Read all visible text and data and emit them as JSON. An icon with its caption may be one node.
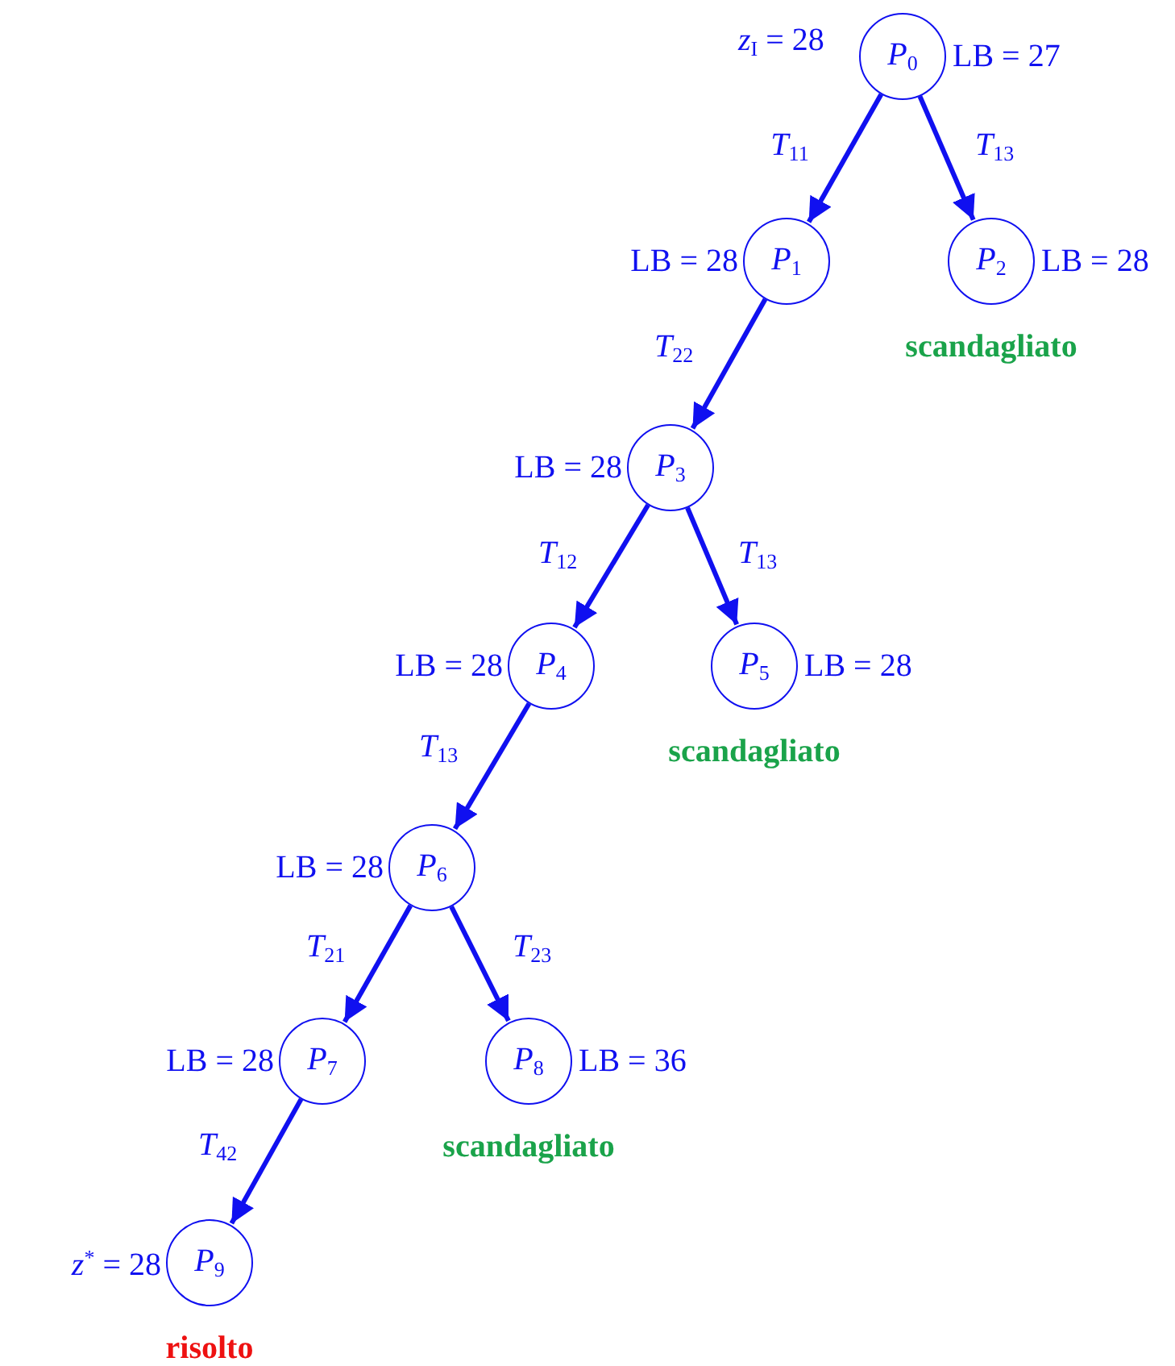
{
  "diagram": {
    "nodes": [
      {
        "text": [
          "*P*$_{0}$"
        ],
        "beside": [
          "LB = 27"
        ]
      },
      {
        "text": [
          "*P*$_{1}$"
        ],
        "beside": [
          "LB = 28"
        ]
      },
      {
        "text": [
          "*P*$_{2}$"
        ],
        "beside": [
          "LB = 28",
          "scandagliato"
        ]
      },
      {
        "text": [
          "*P*$_{3}$"
        ],
        "beside": [
          "LB = 28"
        ]
      },
      {
        "text": [
          "*P*$_{4}$"
        ],
        "beside": [
          "LB = 28"
        ]
      },
      {
        "text": [
          "*P*$_{5}$"
        ],
        "beside": [
          "LB = 28",
          "scandagliato"
        ]
      },
      {
        "text": [
          "*P*$_{6}$"
        ],
        "beside": [
          "LB = 28"
        ]
      },
      {
        "text": [
          "*P*$_{7}$"
        ],
        "beside": [
          "LB = 28"
        ]
      },
      {
        "text": [
          "*P*$_{8}$"
        ],
        "beside": [
          "LB = 36",
          "scandagliato"
        ]
      },
      {
        "text": [
          "*P*$_{9}$"
        ],
        "beside": [
          "*z*$^{*}$ = 28",
          "risolto"
        ]
      }
    ],
    "edges": [
      {
        "from": 0,
        "to": 1,
        "arrow": "to",
        "label": "*T*$_{11}$"
      },
      {
        "from": 0,
        "to": 2,
        "arrow": "to",
        "label": "*T*$_{13}$"
      },
      {
        "from": 1,
        "to": 3,
        "arrow": "to",
        "label": "*T*$_{22}$"
      },
      {
        "from": 3,
        "to": 4,
        "arrow": "to",
        "label": "*T*$_{12}$"
      },
      {
        "from": 3,
        "to": 5,
        "arrow": "to",
        "label": "*T*$_{13}$"
      },
      {
        "from": 4,
        "to": 6,
        "arrow": "to",
        "label": "*T*$_{13}$"
      },
      {
        "from": 6,
        "to": 7,
        "arrow": "to",
        "label": "*T*$_{21}$"
      },
      {
        "from": 6,
        "to": 8,
        "arrow": "to",
        "label": "*T*$_{23}$"
      },
      {
        "from": 7,
        "to": 9,
        "arrow": "to",
        "label": "*T*$_{42}$"
      }
    ],
    "labels": [
      "*z*$_{I}$ = 28"
    ]
  }
}
